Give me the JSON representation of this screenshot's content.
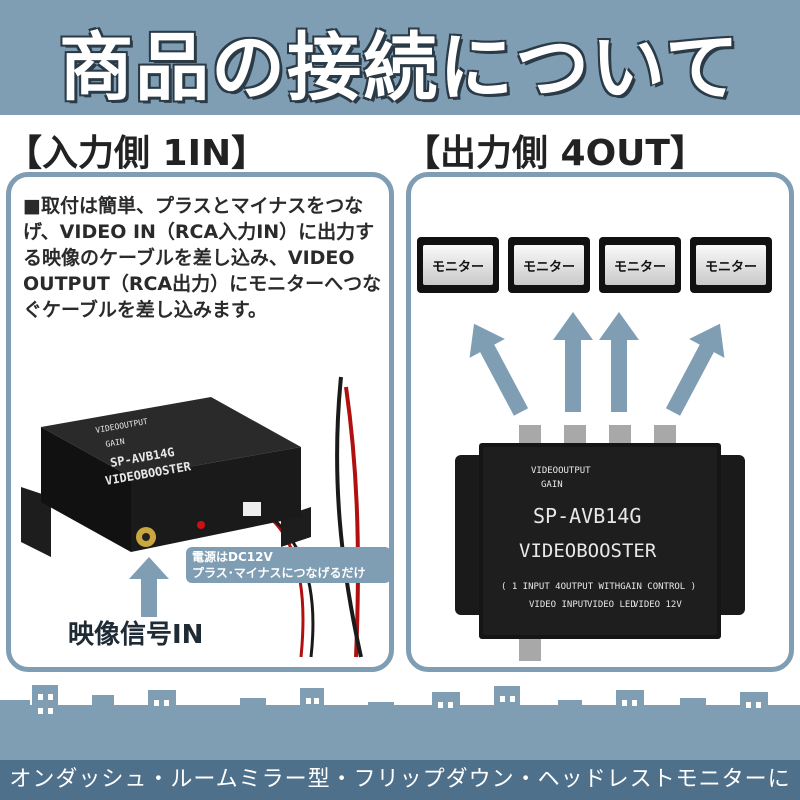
{
  "title": "商品の接続について",
  "left": {
    "heading": "【入力側 1IN】",
    "description": "■取付は簡単、プラスとマイナスをつなげ、VIDEO IN（RCA入力IN）に出力する映像のケーブルを差し込み、VIDEO OUTPUT（RCA出力）にモニターへつなぐケーブルを差し込みます。",
    "power_note_line1": "電源はDC12V",
    "power_note_line2": "プラス･マイナスにつなげるだけ",
    "signal_label": "映像信号IN"
  },
  "right": {
    "heading": "【出力側 4OUT】",
    "monitors": [
      "モニター",
      "モニター",
      "モニター",
      "モニター"
    ]
  },
  "device": {
    "top_label": "VIDEOOUTPUT",
    "gain": "GAIN",
    "model": "SP-AVB14G",
    "name": "VIDEOBOOSTER",
    "spec": "( 1 INPUT 4OUTPUT WITHGAIN CONTROL )",
    "port_video_input": "VIDEO INPUT",
    "port_video_led": "VIDEO LED",
    "port_video_12v": "VIDEO 12V"
  },
  "footer": "オンダッシュ・ルームミラー型・フリップダウン・ヘッドレストモニターに",
  "colors": {
    "accent": "#7f9db3",
    "footer": "#4f708a",
    "city": "#7f9db3"
  }
}
